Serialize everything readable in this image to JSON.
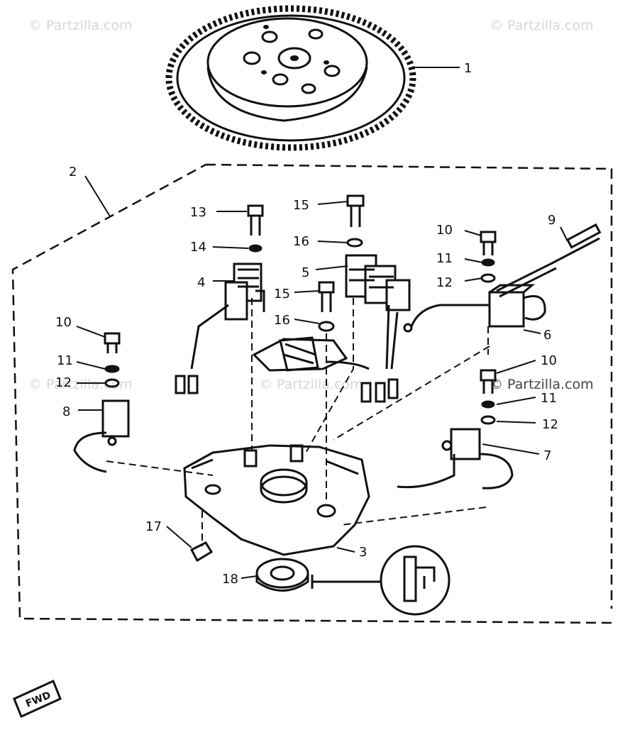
{
  "watermarks": {
    "top_left": "© Partzilla.com",
    "top_right": "© Partzilla.com",
    "mid_left": "© Partzilla.com",
    "mid_center": "© Partzilla.com",
    "mid_right": "© Partzilla.com"
  },
  "callouts": {
    "flywheel": "1",
    "stator_assembly": "2",
    "base_plate": "3",
    "charge_coil": "4",
    "pulser_coil": "5",
    "cdi_unit_right": "6",
    "cdi_unit_lower_right": "7",
    "cdi_unit_left": "8",
    "plug_lead": "9",
    "bolt_left": "10",
    "bolt_right_top": "10",
    "bolt_right_lower": "10",
    "washer_left": "11",
    "washer_right_top": "11",
    "washer_right_lower": "11",
    "lockwasher_left": "12",
    "lockwasher_right_top": "12",
    "lockwasher_right_lower": "12",
    "screw_charge_coil": "13",
    "washer_charge_coil": "14",
    "screw_pulser_top": "15",
    "screw_pulser_mid": "15",
    "washer_pulser_top": "16",
    "washer_pulser_mid": "16",
    "clamp": "17",
    "oil_seal": "18"
  },
  "fwd_label": "FWD"
}
